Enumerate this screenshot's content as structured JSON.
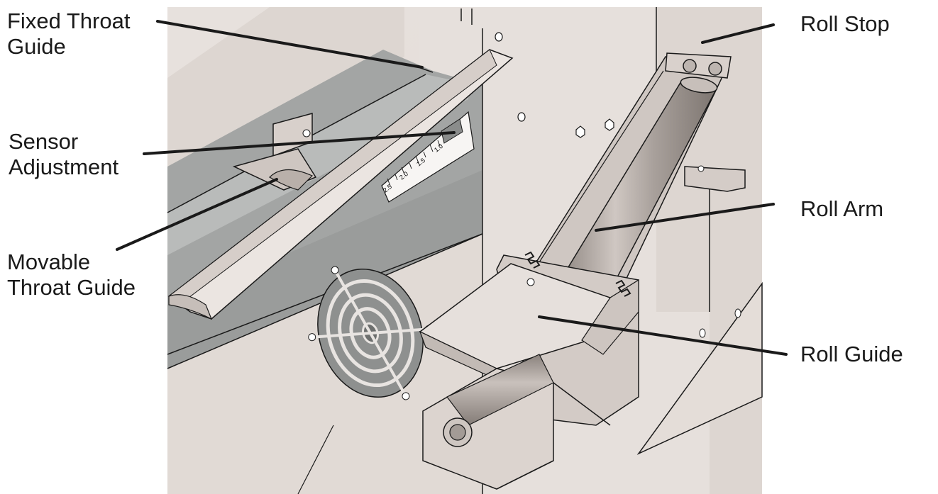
{
  "labels": {
    "fixed_throat_guide": {
      "line1": "Fixed Throat",
      "line2": "Guide"
    },
    "sensor_adjustment": {
      "line1": "Sensor",
      "line2": "Adjustment"
    },
    "movable_throat_guide": {
      "line1": "Movable",
      "line2": "Throat Guide"
    },
    "roll_stop": "Roll Stop",
    "roll_arm": "Roll Arm",
    "roll_guide": "Roll Guide"
  },
  "scale_marks": [
    "2.5",
    "2.0",
    "1.5",
    "1.0"
  ],
  "colors": {
    "background": "#ffffff",
    "metal_light": "#ece6e2",
    "metal_mid": "#d8d0cb",
    "metal_dark": "#b9b0aa",
    "slot_dark": "#9b9d9c",
    "line": "#1a1a1a"
  }
}
